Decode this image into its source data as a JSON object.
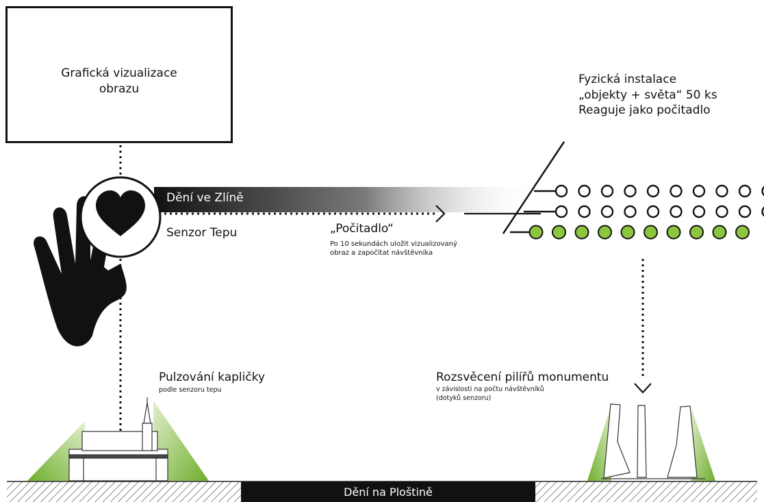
{
  "visualization_box": {
    "text": "Grafická vizualizace\nobrazu"
  },
  "installation": {
    "line1": "Fyzická instalace",
    "line2": "„objekty + světa“ 50 ks",
    "line3": "Reaguje jako počitadlo"
  },
  "sensor": {
    "band_label": "Dění ve Zlíně",
    "label": "Senzor Tepu"
  },
  "counter": {
    "title": "„Počitadlo“",
    "note": "Po 10 sekundách uložit vizualizovaný obraz a započítat návštěvníka"
  },
  "chapel": {
    "title": "Pulzování kapličky",
    "subtitle": "podle senzoru tepu"
  },
  "monument": {
    "title": "Rozsvěcení pilířů monumentu",
    "subtitle": "v závislosti na počtu návštěvníků (dotyků senzoru)"
  },
  "ground": {
    "label": "Dění na Ploštině"
  },
  "dots": {
    "rows": [
      {
        "count": 10,
        "state": "off"
      },
      {
        "count": 11,
        "state": "off"
      },
      {
        "count": 10,
        "state": "on"
      }
    ]
  },
  "colors": {
    "accent_green": "#8cc63f",
    "light_green": "#cde3a8",
    "ink": "#111111",
    "ground_band": "#111111"
  }
}
